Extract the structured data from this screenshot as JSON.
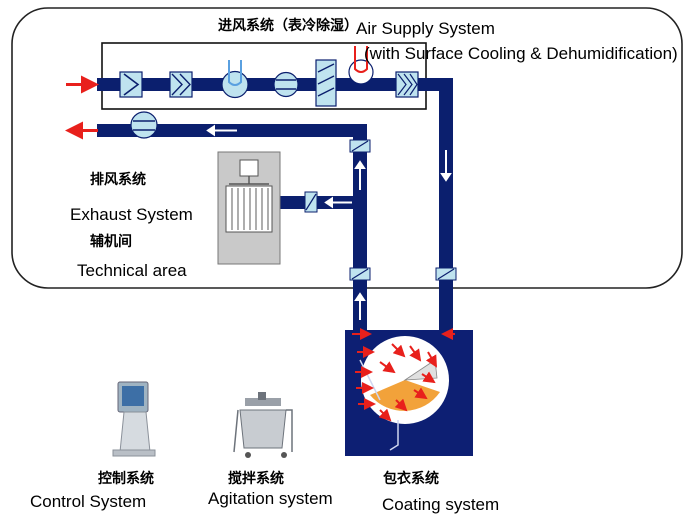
{
  "labels": {
    "air_supply_zh": "进风系统（表冷除湿）",
    "air_supply_en": "Air Supply System",
    "air_supply_sub": "(with Surface Cooling & Dehumidification)",
    "exhaust_zh": "排风系统",
    "exhaust_en": "Exhaust System",
    "technical_zh": "辅机间",
    "technical_en": "Technical area",
    "control_zh": "控制系统",
    "control_en": "Control System",
    "agitation_zh": "搅拌系统",
    "agitation_en": "Agitation system",
    "coating_zh": "包衣系统",
    "coating_en": "Coating system"
  },
  "colors": {
    "duct": "#0b1f6e",
    "airflow_in": "#e8201c",
    "coater_body": "#0d1f73",
    "drum": "#ffffff",
    "tablet_bed": "#f2a23a",
    "component_fill": "#bfe3ef",
    "enclosure_stroke": "#222222"
  },
  "icons": {
    "filter": "filter-icon",
    "fan": "fan-icon",
    "coil": "cooling-coil-icon",
    "damper": "damper-icon",
    "dust_collector": "dust-collector-icon",
    "kiosk": "control-kiosk-icon",
    "mixer": "mixer-tank-icon"
  }
}
